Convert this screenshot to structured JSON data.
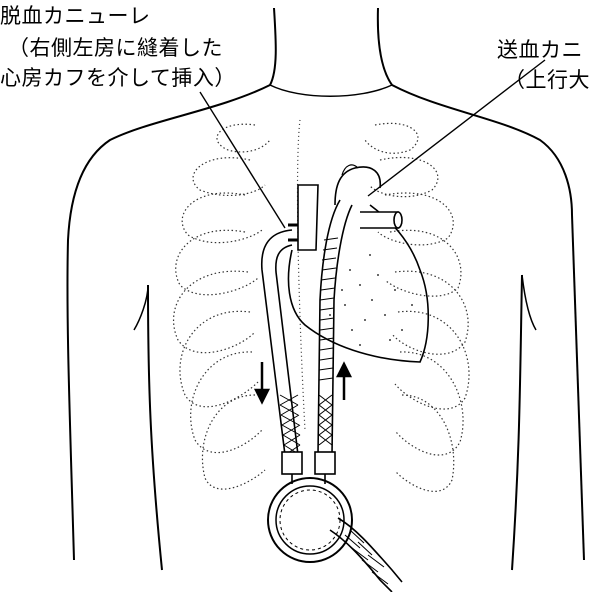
{
  "labels": {
    "drain_cannula": {
      "line1": "脱血カニューレ",
      "line2": "（右側左房に縫着した",
      "line3": "心房カフを介して挿入）"
    },
    "return_cannula": {
      "line1": "送血カニ",
      "line2": "（上行大"
    }
  },
  "colors": {
    "line": "#000000",
    "background": "#ffffff"
  }
}
